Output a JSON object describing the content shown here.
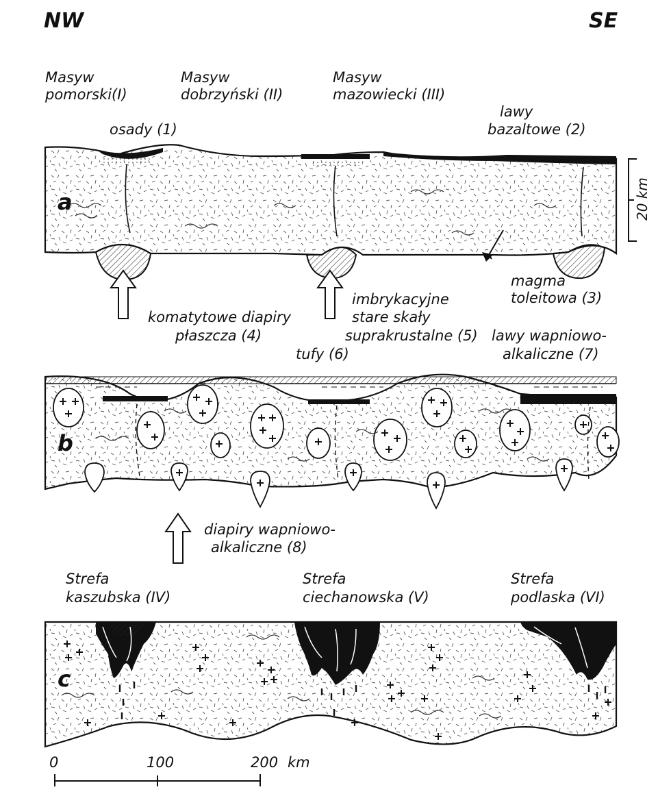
{
  "orientation": {
    "left": "NW",
    "right": "SE"
  },
  "rows": {
    "a": "a",
    "b": "b",
    "c": "c"
  },
  "panel_a": {
    "massif_1_line1": "Masyw",
    "massif_1_line2": "pomorski(I)",
    "massif_2_line1": "Masyw",
    "massif_2_line2": "dobrzyński (II)",
    "massif_3_line1": "Masyw",
    "massif_3_line2": "mazowiecki (III)",
    "sediments": "osady (1)",
    "basalt_line1": "lawy",
    "basalt_line2": "bazaltowe (2)",
    "magma_line1": "magma",
    "magma_line2": "toleitowa (3)",
    "diapirs_line1": "komatytowe diapiry",
    "diapirs_line2": "płaszcza (4)",
    "imbricated_line1": "imbrykacyjne",
    "imbricated_line2": "stare skały",
    "imbricated_line3": "suprakrustalne (5)",
    "scale_bar": "20 km"
  },
  "panel_b": {
    "tuffs": "tufy (6)",
    "calc_lavas_line1": "lawy wapniowo-",
    "calc_lavas_line2": "alkaliczne (7)",
    "calc_diapirs_line1": "diapiry wapniowo-",
    "calc_diapirs_line2": "alkaliczne (8)"
  },
  "panel_c": {
    "zone_1_line1": "Strefa",
    "zone_1_line2": "kaszubska (IV)",
    "zone_2_line1": "Strefa",
    "zone_2_line2": "ciechanowska (V)",
    "zone_3_line1": "Strefa",
    "zone_3_line2": "podlaska (VI)"
  },
  "scale": {
    "tick_0": "0",
    "tick_100": "100",
    "tick_200": "200",
    "unit": "km"
  }
}
